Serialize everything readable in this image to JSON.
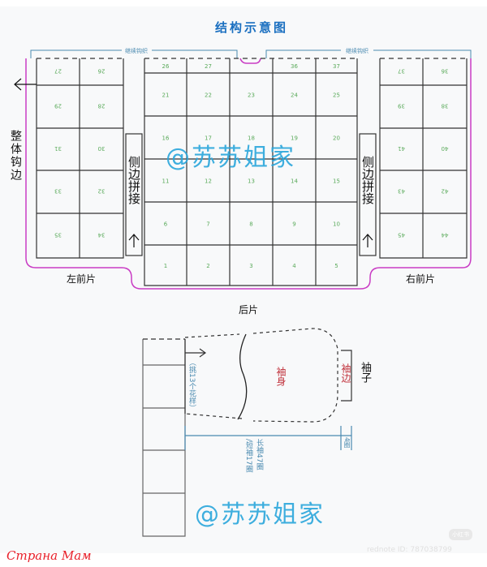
{
  "title": "结构示意图",
  "continue_label": "继续钩织",
  "edge_label": "整体钩边",
  "side_join_label": "侧边拼接",
  "left_front_label": "左前片",
  "right_front_label": "右前片",
  "back_label": "后片",
  "left_front_cells": [
    [
      "27",
      "26"
    ],
    [
      "29",
      "28"
    ],
    [
      "31",
      "30"
    ],
    [
      "33",
      "32"
    ],
    [
      "35",
      "34"
    ]
  ],
  "right_front_cells": [
    [
      "37",
      "36"
    ],
    [
      "39",
      "38"
    ],
    [
      "41",
      "40"
    ],
    [
      "43",
      "42"
    ],
    [
      "45",
      "44"
    ]
  ],
  "back_cells": [
    [
      "26",
      "27",
      "",
      "36",
      "37"
    ],
    [
      "21",
      "22",
      "23",
      "24",
      "25"
    ],
    [
      "16",
      "17",
      "18",
      "19",
      "20"
    ],
    [
      "11",
      "12",
      "13",
      "14",
      "15"
    ],
    [
      "6",
      "7",
      "8",
      "9",
      "10"
    ],
    [
      "1",
      "2",
      "3",
      "4",
      "5"
    ]
  ],
  "sleeve": {
    "pickup_label": "（挑13个花样）",
    "body_label": "袖身",
    "cuff_label": "袖边",
    "sleeve_label": "袖子",
    "long_label": "长袖47圈",
    "short_label": "/短袖17圈",
    "cuff_rounds": "4圈"
  },
  "watermark": "@苏苏姐家",
  "footer": {
    "site": "Страна Мам",
    "app_badge": "小红书",
    "id_text": "rednote ID: 787038799"
  },
  "colors": {
    "title": "#1a6fc0",
    "outline": "#c93cc4",
    "bracket": "#4a8ab0",
    "number": "#5aaa5a",
    "watermark": "#2aa6dc",
    "red": "#c0303a"
  }
}
